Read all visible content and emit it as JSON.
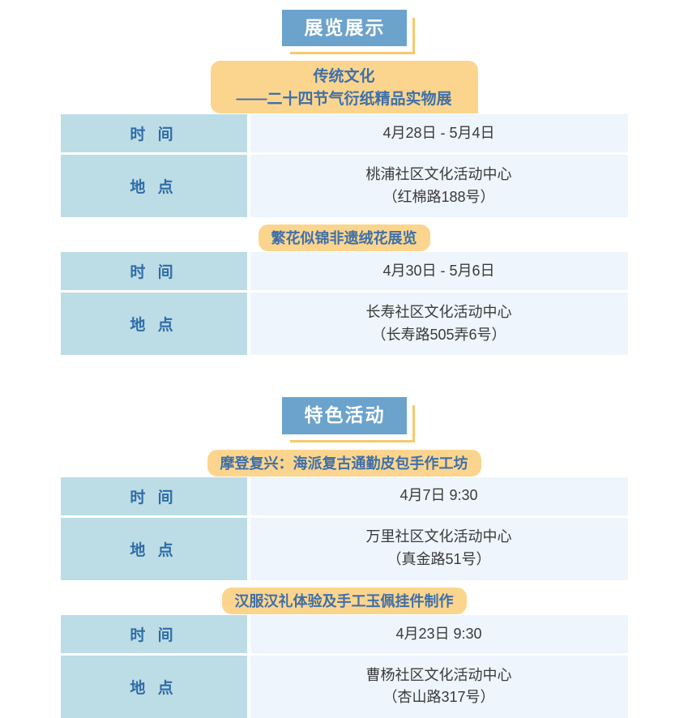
{
  "page": {
    "background": "#ffffff",
    "accent_blue": "#6ba3cc",
    "accent_orange": "#fbd58e",
    "label_cell_bg": "#bcdde5",
    "value_cell_bg": "#eef5fc",
    "banner_text_color": "#3f6fa8"
  },
  "sections": [
    {
      "badge": "展览展示",
      "entries": [
        {
          "title_line1": "传统文化",
          "title_line2": "——二十四节气衍纸精品实物展",
          "rows": [
            {
              "label": "时 间",
              "value_line1": "4月28日 - 5月4日",
              "value_line2": ""
            },
            {
              "label": "地 点",
              "value_line1": "桃浦社区文化活动中心",
              "value_line2": "（红棉路188号）"
            }
          ]
        },
        {
          "title_line1": "繁花似锦非遗绒花展览",
          "title_line2": "",
          "rows": [
            {
              "label": "时 间",
              "value_line1": "4月30日 - 5月6日",
              "value_line2": ""
            },
            {
              "label": "地 点",
              "value_line1": "长寿社区文化活动中心",
              "value_line2": "（长寿路505弄6号）"
            }
          ]
        }
      ]
    },
    {
      "badge": "特色活动",
      "entries": [
        {
          "title_line1": "摩登复兴：海派复古通勤皮包手作工坊",
          "title_line2": "",
          "rows": [
            {
              "label": "时 间",
              "value_line1": "4月7日 9:30",
              "value_line2": ""
            },
            {
              "label": "地 点",
              "value_line1": "万里社区文化活动中心",
              "value_line2": "（真金路51号）"
            }
          ]
        },
        {
          "title_line1": "汉服汉礼体验及手工玉佩挂件制作",
          "title_line2": "",
          "rows": [
            {
              "label": "时 间",
              "value_line1": "4月23日 9:30",
              "value_line2": ""
            },
            {
              "label": "地 点",
              "value_line1": "曹杨社区文化活动中心",
              "value_line2": "（杏山路317号）"
            }
          ]
        }
      ]
    }
  ]
}
